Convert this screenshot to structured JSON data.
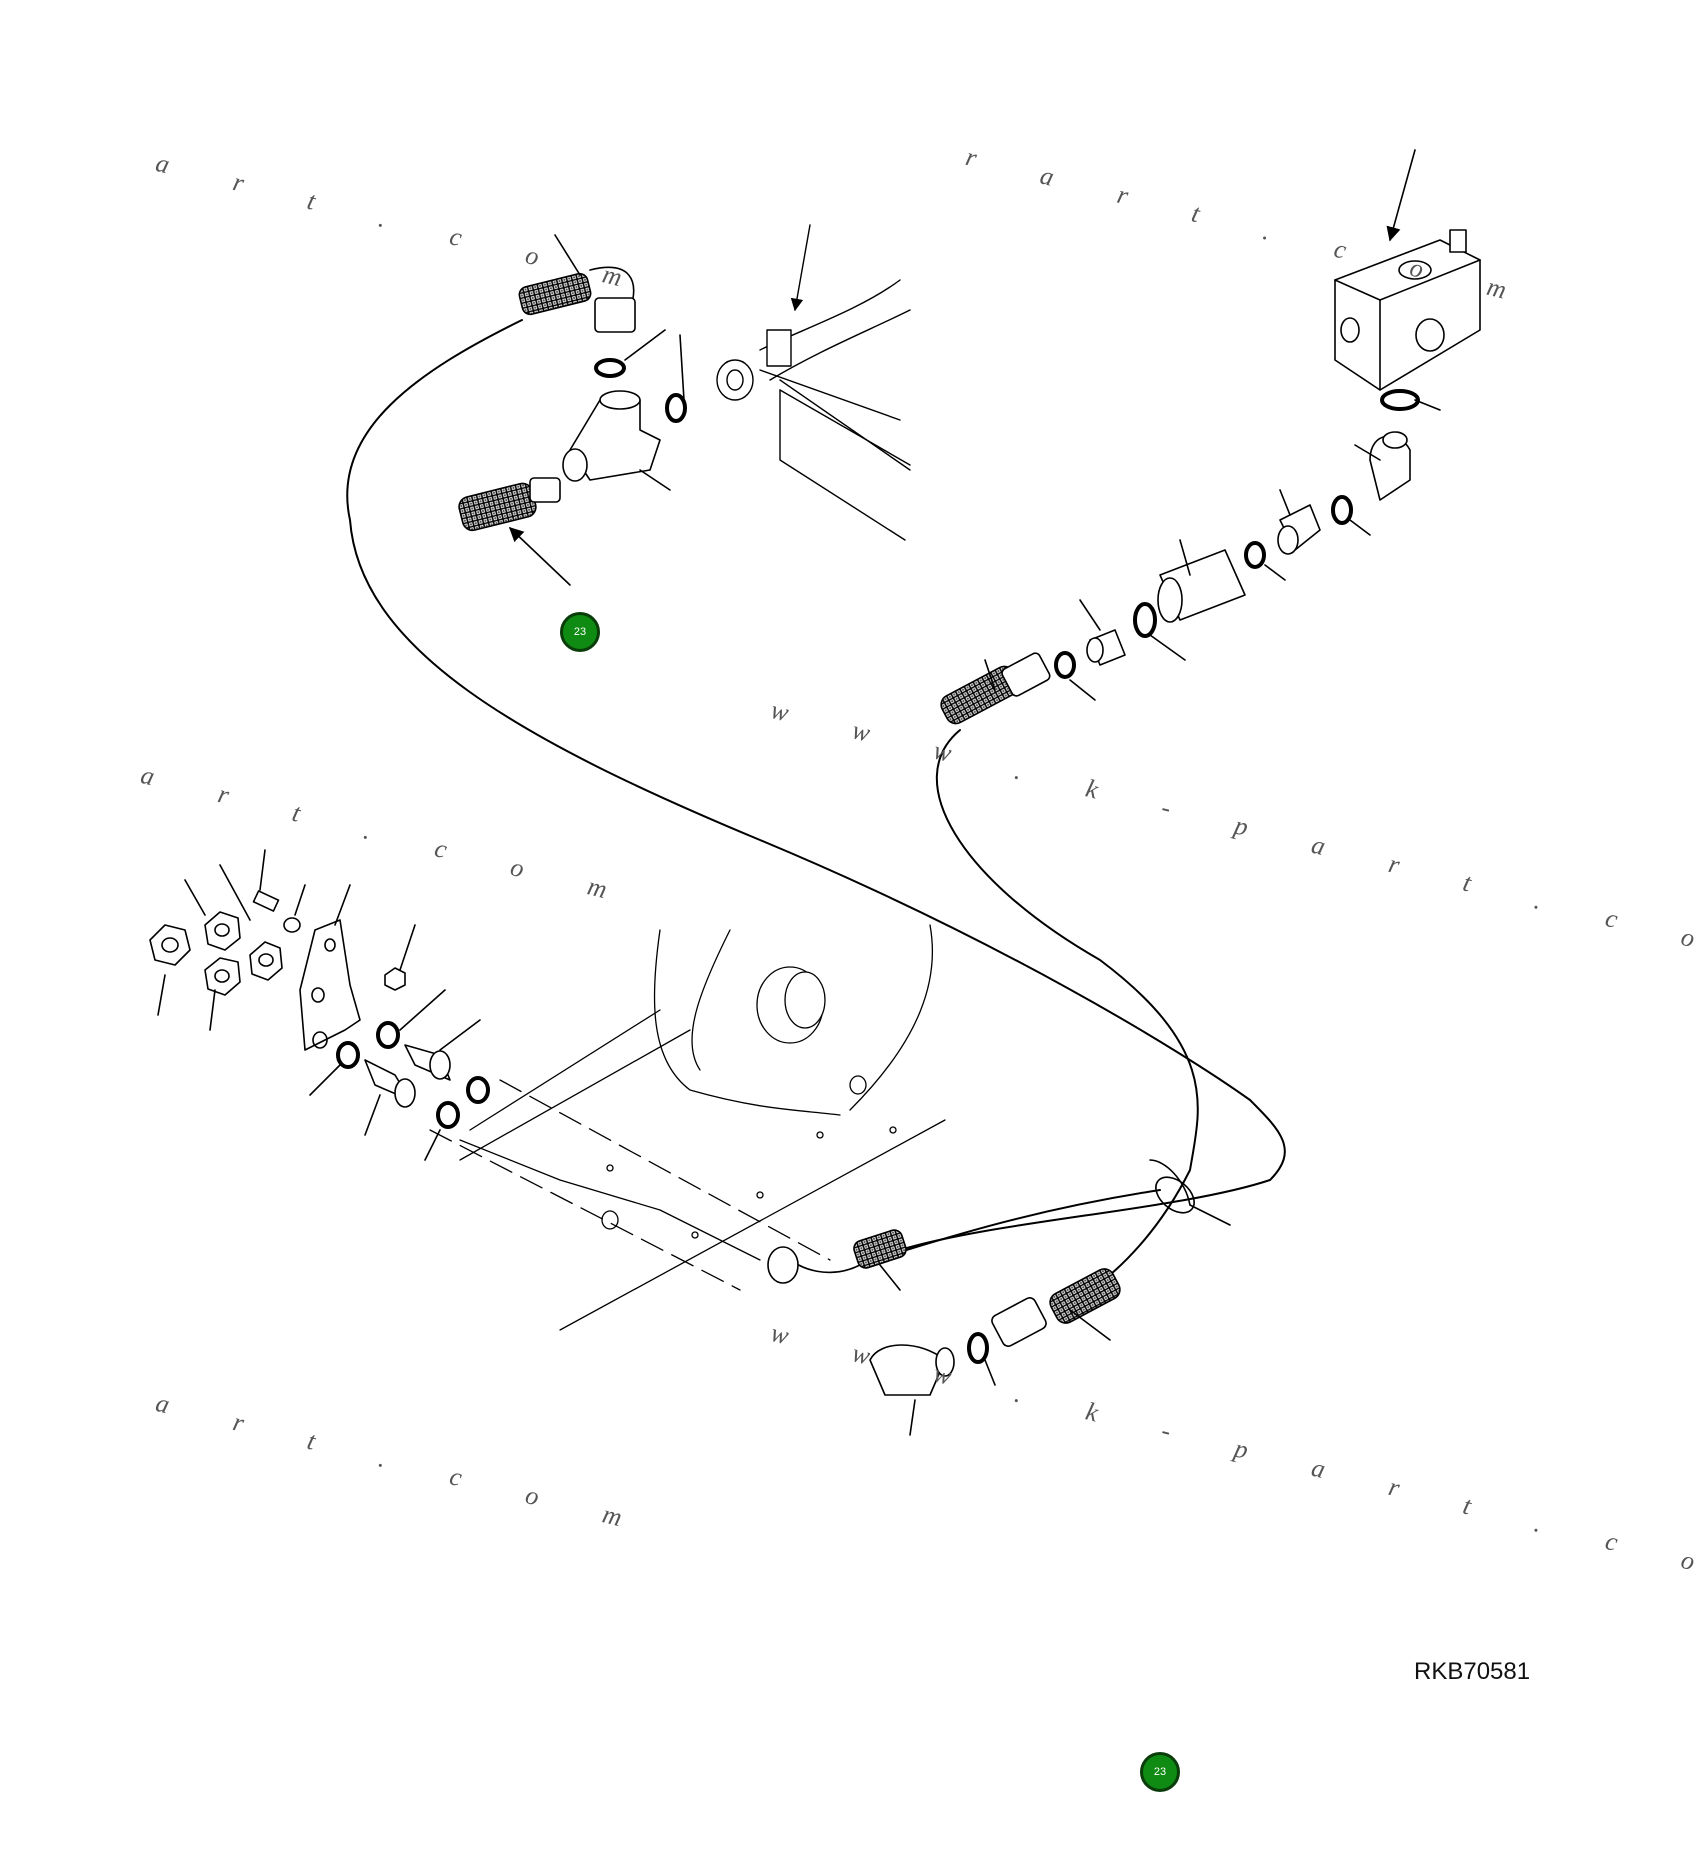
{
  "drawing": {
    "code": "RKB70581",
    "watermarks": [
      "a r t . c o m",
      "r a r t . c o m",
      "w w w . k - p a r t . c o m",
      "a r t . c o m",
      "a r t . c o m",
      "w w w . k - p a r t . c o m"
    ],
    "hotspots": [
      {
        "label": "23"
      },
      {
        "label": "23"
      }
    ]
  }
}
